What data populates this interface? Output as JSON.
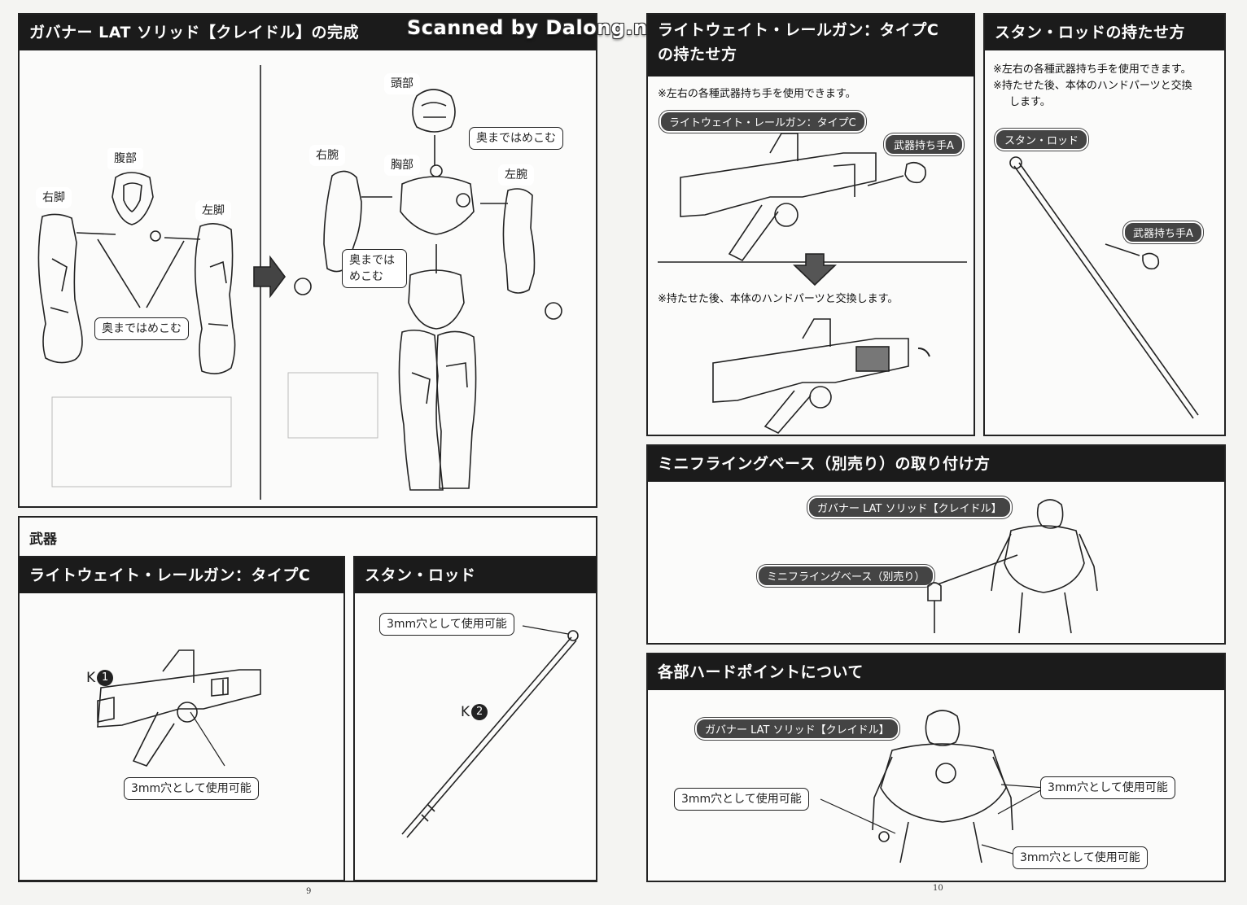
{
  "watermark": "Scanned by Dalong.net",
  "page_left": {
    "number": "9",
    "completion": {
      "title": "ガバナー LAT ソリッド【クレイドル】の完成",
      "labels": {
        "abdomen": "腹部",
        "right_leg": "右脚",
        "left_leg": "左脚",
        "push_in": "奥まではめこむ",
        "head": "頭部",
        "push_in_head": "奥まではめこむ",
        "right_arm": "右腕",
        "chest": "胸部",
        "left_arm": "左腕",
        "push_in_body": "奥まではめこむ"
      }
    },
    "weapons": {
      "title": "武器",
      "railgun": {
        "title": "ライトウェイト・レールガン：タイプC",
        "part_letter": "K",
        "part_number": "1",
        "hole_note": "3mm穴として使用可能"
      },
      "stun_rod": {
        "title": "スタン・ロッド",
        "part_letter": "K",
        "part_number": "2",
        "hole_note": "3mm穴として使用可能"
      }
    }
  },
  "page_right": {
    "number": "10",
    "railgun_hold": {
      "title_line1": "ライトウェイト・レールガン：タイプC",
      "title_line2": "の持たせ方",
      "note1": "※左右の各種武器持ち手を使用できます。",
      "pill_gun": "ライトウェイト・レールガン：タイプC",
      "pill_hand": "武器持ち手A",
      "note2": "※持たせた後、本体のハンドパーツと交換します。"
    },
    "rod_hold": {
      "title": "スタン・ロッドの持たせ方",
      "note_line1": "※左右の各種武器持ち手を使用できます。",
      "note_line2": "※持たせた後、本体のハンドパーツと交換",
      "note_line3": "します。",
      "pill_rod": "スタン・ロッド",
      "pill_hand": "武器持ち手A"
    },
    "flying_base": {
      "title": "ミニフライングベース（別売り）の取り付け方",
      "pill_model": "ガバナー LAT ソリッド【クレイドル】",
      "pill_base": "ミニフライングベース（別売り）"
    },
    "hardpoints": {
      "title": "各部ハードポイントについて",
      "pill_model": "ガバナー LAT ソリッド【クレイドル】",
      "hole_left": "3mm穴として使用可能",
      "hole_right": "3mm穴として使用可能",
      "hole_bottom": "3mm穴として使用可能"
    }
  }
}
